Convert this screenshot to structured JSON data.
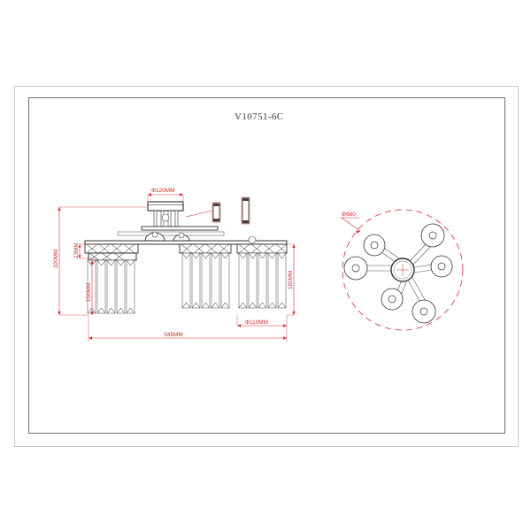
{
  "drawing": {
    "title": "V10751-6C",
    "frame": {
      "style": "double-line-border"
    },
    "views": [
      {
        "name": "front-elevation",
        "position": "left"
      },
      {
        "name": "top-plan",
        "position": "right"
      }
    ],
    "dimensions": {
      "canopy_diameter": "Φ120MM",
      "overall_height": "320MM",
      "canopy_thickness": "23MM",
      "crystal_drop_height": "150MM",
      "body_height": "185MM",
      "overall_width": "545MM",
      "crystal_cluster_diameter": "Φ110MM",
      "plan_spread_diameter": "Φ680"
    },
    "dim_list": [
      {
        "id": "canopy-dia",
        "label": "Φ120MM",
        "orient": "h"
      },
      {
        "id": "overall-height",
        "label": "320MM",
        "orient": "v"
      },
      {
        "id": "canopy-thickness",
        "label": "23MM",
        "orient": "v"
      },
      {
        "id": "crystal-drop",
        "label": "150MM",
        "orient": "v"
      },
      {
        "id": "body-height",
        "label": "185MM",
        "orient": "v"
      },
      {
        "id": "overall-width",
        "label": "545MM",
        "orient": "h"
      },
      {
        "id": "cluster-dia",
        "label": "Φ110MM",
        "orient": "h"
      },
      {
        "id": "plan-dia",
        "label": "Φ680",
        "orient": "leader"
      }
    ],
    "plan": {
      "lamp_count": 6,
      "inner_arm_count": 3,
      "outer_arm_count": 3,
      "dashed_circle_label": "Φ680"
    },
    "colors": {
      "dimension_red": "#d8282f",
      "outline_black": "#1a1a1a",
      "outline_grey": "#8a8a8a",
      "frame_grey": "#6e6e6e",
      "title_grey": "#3a3a3a"
    }
  }
}
